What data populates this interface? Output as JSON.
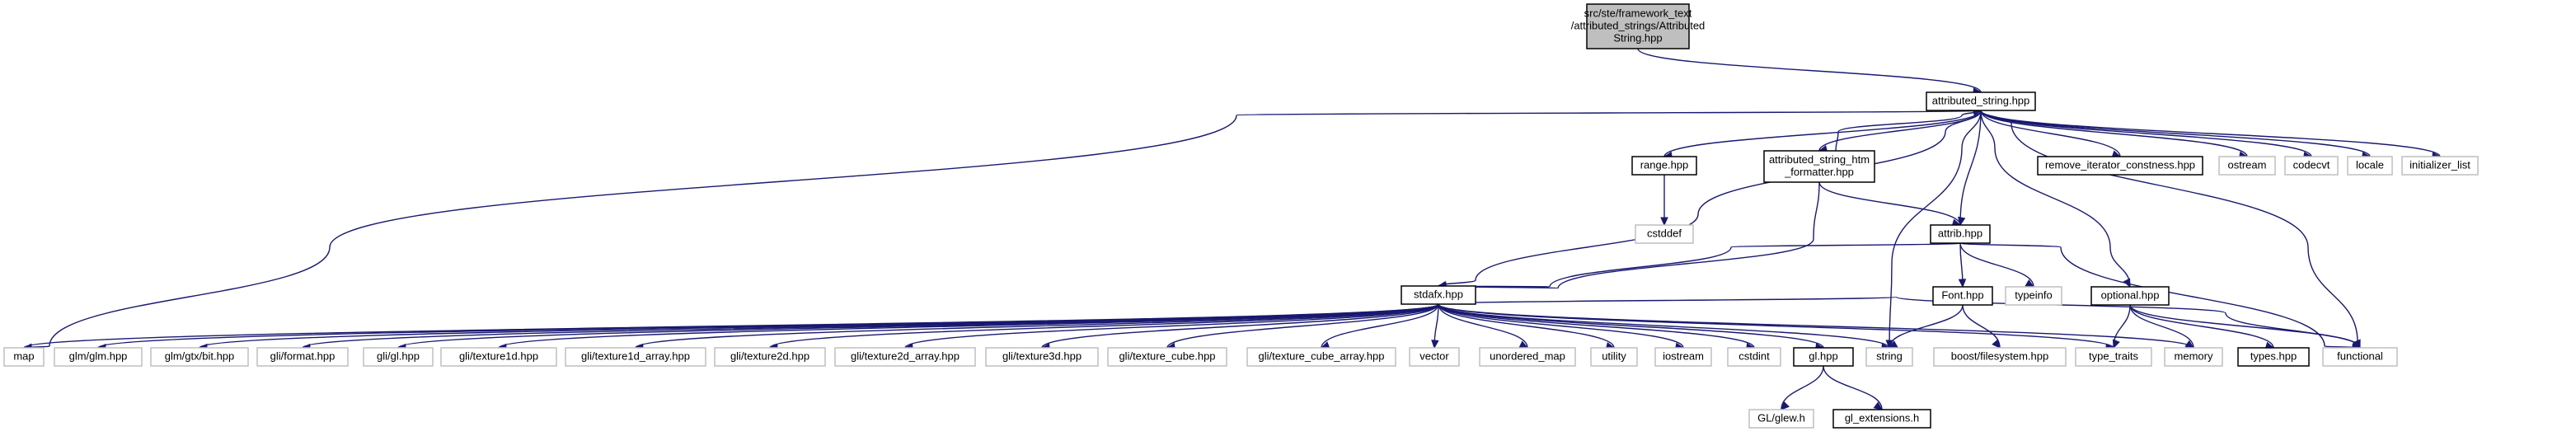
{
  "colors": {
    "root_fill": "#bfbfbf",
    "root_stroke": "#000000",
    "documented_stroke": "#000000",
    "external_stroke": "#bfbfbf",
    "edge": "#191970"
  },
  "nodes": [
    {
      "id": "root",
      "kind": "root",
      "lines": [
        "src/ste/framework_text",
        "/attributed_strings/Attributed",
        "String.hpp"
      ]
    },
    {
      "id": "attributed_string",
      "kind": "documented",
      "lines": [
        "attributed_string.hpp"
      ]
    },
    {
      "id": "range",
      "kind": "documented",
      "lines": [
        "range.hpp"
      ]
    },
    {
      "id": "htm_formatter",
      "kind": "documented",
      "lines": [
        "attributed_string_htm",
        "_formatter.hpp"
      ]
    },
    {
      "id": "remove_iterator",
      "kind": "documented",
      "lines": [
        "remove_iterator_constness.hpp"
      ]
    },
    {
      "id": "ostream",
      "kind": "external",
      "lines": [
        "ostream"
      ]
    },
    {
      "id": "codecvt",
      "kind": "external",
      "lines": [
        "codecvt"
      ]
    },
    {
      "id": "locale",
      "kind": "external",
      "lines": [
        "locale"
      ]
    },
    {
      "id": "initializer_list",
      "kind": "external",
      "lines": [
        "initializer_list"
      ]
    },
    {
      "id": "cstddef",
      "kind": "external",
      "lines": [
        "cstddef"
      ]
    },
    {
      "id": "attrib",
      "kind": "documented",
      "lines": [
        "attrib.hpp"
      ]
    },
    {
      "id": "stdafx",
      "kind": "documented",
      "lines": [
        "stdafx.hpp"
      ]
    },
    {
      "id": "font",
      "kind": "documented",
      "lines": [
        "Font.hpp"
      ]
    },
    {
      "id": "typeinfo",
      "kind": "external",
      "lines": [
        "typeinfo"
      ]
    },
    {
      "id": "optional",
      "kind": "documented",
      "lines": [
        "optional.hpp"
      ]
    },
    {
      "id": "map",
      "kind": "external",
      "lines": [
        "map"
      ]
    },
    {
      "id": "glm",
      "kind": "external",
      "lines": [
        "glm/glm.hpp"
      ]
    },
    {
      "id": "glm_bit",
      "kind": "external",
      "lines": [
        "glm/gtx/bit.hpp"
      ]
    },
    {
      "id": "gli_format",
      "kind": "external",
      "lines": [
        "gli/format.hpp"
      ]
    },
    {
      "id": "gli_gl",
      "kind": "external",
      "lines": [
        "gli/gl.hpp"
      ]
    },
    {
      "id": "gli_tex1d",
      "kind": "external",
      "lines": [
        "gli/texture1d.hpp"
      ]
    },
    {
      "id": "gli_tex1d_arr",
      "kind": "external",
      "lines": [
        "gli/texture1d_array.hpp"
      ]
    },
    {
      "id": "gli_tex2d",
      "kind": "external",
      "lines": [
        "gli/texture2d.hpp"
      ]
    },
    {
      "id": "gli_tex2d_arr",
      "kind": "external",
      "lines": [
        "gli/texture2d_array.hpp"
      ]
    },
    {
      "id": "gli_tex3d",
      "kind": "external",
      "lines": [
        "gli/texture3d.hpp"
      ]
    },
    {
      "id": "gli_cube",
      "kind": "external",
      "lines": [
        "gli/texture_cube.hpp"
      ]
    },
    {
      "id": "gli_cube_arr",
      "kind": "external",
      "lines": [
        "gli/texture_cube_array.hpp"
      ]
    },
    {
      "id": "vector",
      "kind": "external",
      "lines": [
        "vector"
      ]
    },
    {
      "id": "unordered_map",
      "kind": "external",
      "lines": [
        "unordered_map"
      ]
    },
    {
      "id": "utility",
      "kind": "external",
      "lines": [
        "utility"
      ]
    },
    {
      "id": "iostream",
      "kind": "external",
      "lines": [
        "iostream"
      ]
    },
    {
      "id": "cstdint",
      "kind": "external",
      "lines": [
        "cstdint"
      ]
    },
    {
      "id": "gl",
      "kind": "documented",
      "lines": [
        "gl.hpp"
      ]
    },
    {
      "id": "string",
      "kind": "external",
      "lines": [
        "string"
      ]
    },
    {
      "id": "boost_fs",
      "kind": "external",
      "lines": [
        "boost/filesystem.hpp"
      ]
    },
    {
      "id": "type_traits",
      "kind": "external",
      "lines": [
        "type_traits"
      ]
    },
    {
      "id": "memory",
      "kind": "external",
      "lines": [
        "memory"
      ]
    },
    {
      "id": "types",
      "kind": "documented",
      "lines": [
        "types.hpp"
      ]
    },
    {
      "id": "functional",
      "kind": "external",
      "lines": [
        "functional"
      ]
    },
    {
      "id": "glew",
      "kind": "external",
      "lines": [
        "GL/glew.h"
      ]
    },
    {
      "id": "gl_ext",
      "kind": "documented",
      "lines": [
        "gl_extensions.h"
      ]
    }
  ],
  "edges": [
    [
      "root",
      "attributed_string"
    ],
    [
      "attributed_string",
      "range"
    ],
    [
      "attributed_string",
      "htm_formatter"
    ],
    [
      "attributed_string",
      "remove_iterator"
    ],
    [
      "attributed_string",
      "ostream"
    ],
    [
      "attributed_string",
      "codecvt"
    ],
    [
      "attributed_string",
      "locale"
    ],
    [
      "attributed_string",
      "initializer_list"
    ],
    [
      "attributed_string",
      "attrib"
    ],
    [
      "attributed_string",
      "stdafx"
    ],
    [
      "attributed_string",
      "optional"
    ],
    [
      "attributed_string",
      "map"
    ],
    [
      "attributed_string",
      "string"
    ],
    [
      "attributed_string",
      "functional"
    ],
    [
      "range",
      "cstddef"
    ],
    [
      "htm_formatter",
      "attributed_string"
    ],
    [
      "htm_formatter",
      "attrib"
    ],
    [
      "htm_formatter",
      "stdafx"
    ],
    [
      "attrib",
      "stdafx"
    ],
    [
      "attrib",
      "font"
    ],
    [
      "attrib",
      "typeinfo"
    ],
    [
      "attrib",
      "functional"
    ],
    [
      "font",
      "string"
    ],
    [
      "font",
      "boost_fs"
    ],
    [
      "optional",
      "type_traits"
    ],
    [
      "optional",
      "memory"
    ],
    [
      "optional",
      "types"
    ],
    [
      "optional",
      "functional"
    ],
    [
      "stdafx",
      "map"
    ],
    [
      "stdafx",
      "glm"
    ],
    [
      "stdafx",
      "glm_bit"
    ],
    [
      "stdafx",
      "gli_format"
    ],
    [
      "stdafx",
      "gli_gl"
    ],
    [
      "stdafx",
      "gli_tex1d"
    ],
    [
      "stdafx",
      "gli_tex1d_arr"
    ],
    [
      "stdafx",
      "gli_tex2d"
    ],
    [
      "stdafx",
      "gli_tex2d_arr"
    ],
    [
      "stdafx",
      "gli_tex3d"
    ],
    [
      "stdafx",
      "gli_cube"
    ],
    [
      "stdafx",
      "gli_cube_arr"
    ],
    [
      "stdafx",
      "vector"
    ],
    [
      "stdafx",
      "unordered_map"
    ],
    [
      "stdafx",
      "utility"
    ],
    [
      "stdafx",
      "iostream"
    ],
    [
      "stdafx",
      "cstdint"
    ],
    [
      "stdafx",
      "gl"
    ],
    [
      "stdafx",
      "string"
    ],
    [
      "stdafx",
      "type_traits"
    ],
    [
      "stdafx",
      "memory"
    ],
    [
      "stdafx",
      "functional"
    ],
    [
      "gl",
      "glew"
    ],
    [
      "gl",
      "gl_ext"
    ]
  ]
}
